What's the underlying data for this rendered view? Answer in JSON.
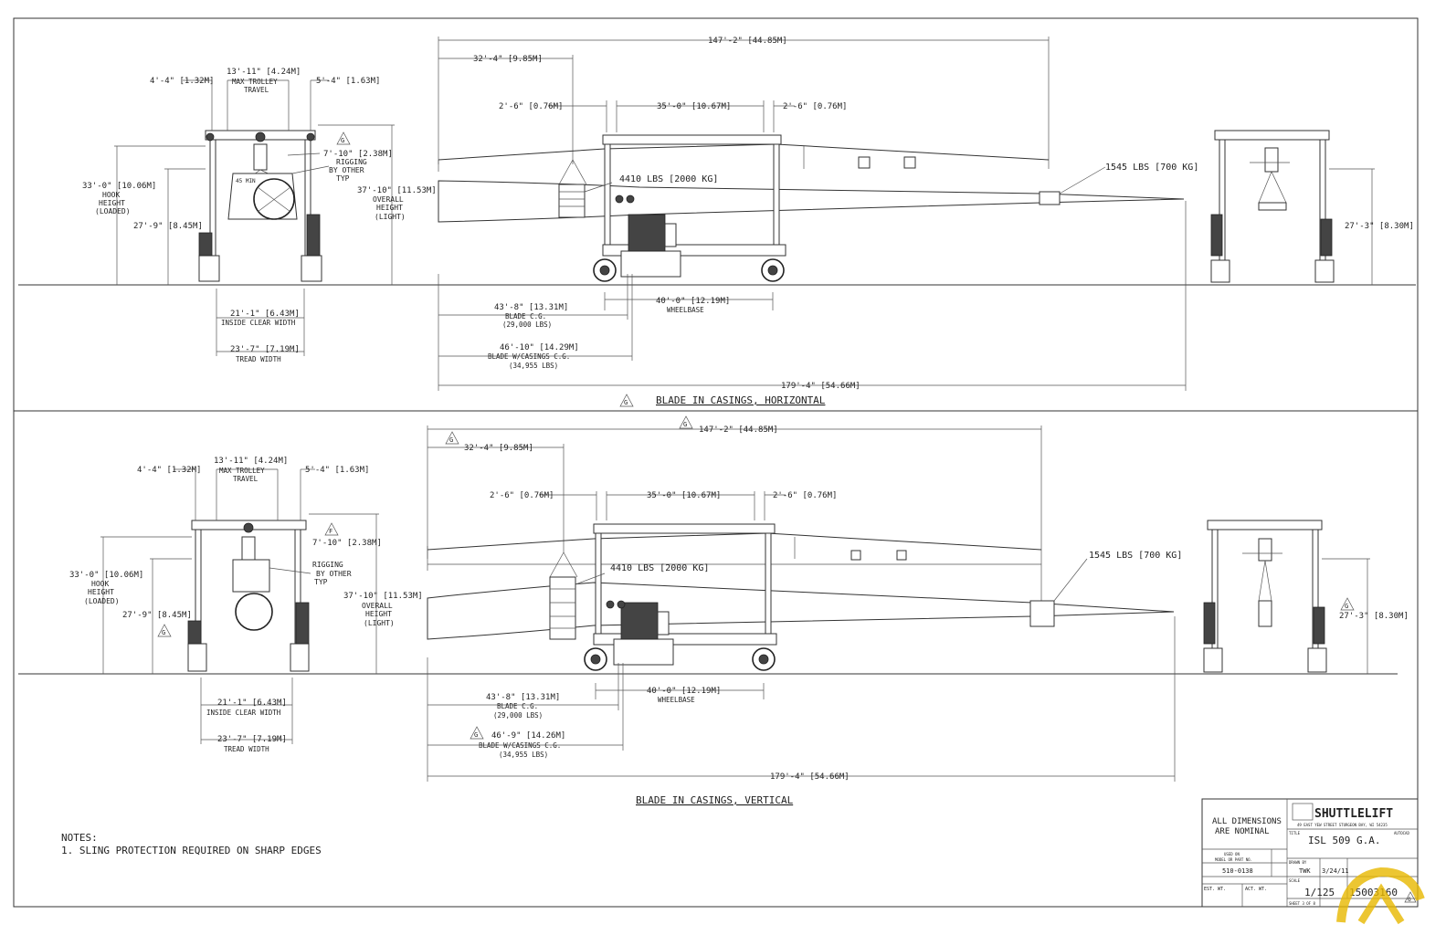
{
  "views": {
    "horizontal": {
      "title": "BLADE IN CASINGS, HORIZONTAL",
      "revision_tag": "G",
      "end_view": {
        "left_offset": "4'-4\" [1.32M]",
        "trolley_travel": "13'-11\" [4.24M]",
        "trolley_travel_label_1": "MAX TROLLEY",
        "trolley_travel_label_2": "TRAVEL",
        "right_offset": "5'-4\" [1.63M]",
        "rev_tag": "G",
        "rigging_dim": "7'-10\" [2.38M]",
        "rigging_1": "RIGGING",
        "rigging_2": "BY OTHER",
        "rigging_3": "TYP",
        "hook_height": "33'-0\" [10.06M]",
        "hook_1": "HOOK",
        "hook_2": "HEIGHT",
        "hook_3": "(LOADED)",
        "inner_height": "27'-9\" [8.45M]",
        "overall_height": "37'-10\" [11.53M]",
        "overall_1": "OVERALL",
        "overall_2": "HEIGHT",
        "overall_3": "(LIGHT)",
        "clear_width": "21'-1\" [6.43M]",
        "clear_width_label": "INSIDE CLEAR WIDTH",
        "tread_width": "23'-7\" [7.19M]",
        "tread_width_label": "TREAD WIDTH",
        "angle": "45 MIN"
      },
      "side_view": {
        "overall_blade": "147'-2\" [44.85M]",
        "front_offset": "32'-4\" [9.85M]",
        "left_clear": "2'-6\" [0.76M]",
        "span": "35'-0\" [10.67M]",
        "right_clear": "2'-6\" [0.76M]",
        "weight_front": "4410 LBS [2000 KG]",
        "weight_tip": "1545 LBS [700 KG]",
        "wheelbase": "40'-0\" [12.19M]",
        "wheelbase_label": "WHEELBASE",
        "blade_cg": "43'-8\" [13.31M]",
        "blade_cg_1": "BLADE C.G.",
        "blade_cg_2": "(29,000 LBS)",
        "casing_cg": "46'-10\" [14.29M]",
        "casing_cg_1": "BLADE W/CASINGS C.G.",
        "casing_cg_2": "(34,955 LBS)",
        "overall_length": "179'-4\" [54.66M]"
      },
      "right_view": {
        "height": "27'-3\" [8.30M]"
      }
    },
    "vertical": {
      "title": "BLADE IN CASINGS, VERTICAL",
      "end_view": {
        "left_offset": "4'-4\" [1.32M]",
        "trolley_travel": "13'-11\" [4.24M]",
        "trolley_travel_label_1": "MAX TROLLEY",
        "trolley_travel_label_2": "TRAVEL",
        "right_offset": "5'-4\" [1.63M]",
        "rev_tag": "F",
        "rigging_dim": "7'-10\" [2.38M]",
        "rigging_1": "RIGGING",
        "rigging_2": "BY OTHER",
        "rigging_3": "TYP",
        "hook_height": "33'-0\" [10.06M]",
        "hook_1": "HOOK",
        "hook_2": "HEIGHT",
        "hook_3": "(LOADED)",
        "inner_height": "27'-9\" [8.45M]",
        "inner_tag": "G",
        "overall_height": "37'-10\" [11.53M]",
        "overall_1": "OVERALL",
        "overall_2": "HEIGHT",
        "overall_3": "(LIGHT)",
        "clear_width": "21'-1\" [6.43M]",
        "clear_width_label": "INSIDE CLEAR WIDTH",
        "tread_width": "23'-7\" [7.19M]",
        "tread_width_label": "TREAD WIDTH"
      },
      "side_view": {
        "overall_tag": "G",
        "overall_blade": "147'-2\" [44.85M]",
        "front_tag": "G",
        "front_offset": "32'-4\" [9.85M]",
        "left_clear": "2'-6\" [0.76M]",
        "span": "35'-0\" [10.67M]",
        "right_clear": "2'-6\" [0.76M]",
        "weight_front": "4410 LBS [2000 KG]",
        "weight_tip": "1545 LBS [700 KG]",
        "wheelbase": "40'-0\" [12.19M]",
        "wheelbase_label": "WHEELBASE",
        "blade_cg": "43'-8\" [13.31M]",
        "blade_cg_1": "BLADE C.G.",
        "blade_cg_2": "(29,000 LBS)",
        "casing_tag": "G",
        "casing_cg": "46'-9\" [14.26M]",
        "casing_cg_1": "BLADE W/CASINGS C.G.",
        "casing_cg_2": "(34,955 LBS)",
        "overall_length": "179'-4\" [54.66M]"
      },
      "right_view": {
        "tag": "G",
        "height": "27'-3\" [8.30M]"
      }
    }
  },
  "notes": {
    "heading": "NOTES:",
    "items": [
      "1. SLING PROTECTION REQUIRED ON SHARP EDGES"
    ]
  },
  "title_block": {
    "dimensions_note_1": "ALL DIMENSIONS",
    "dimensions_note_2": "ARE NOMINAL",
    "brand": "SHUTTLELIFT",
    "address": "49 EAST YEW STREET   STURGEON BAY, WI  54235",
    "title_label": "TITLE",
    "title": "ISL 509 G.A.",
    "autocad": "AUTOCAD",
    "part_label_1": "USED ON",
    "part_label_2": "MODEL OR PART NO.",
    "part_no": "510-0138",
    "drawn_label": "DRAWN BY",
    "drawn_by": "TWK",
    "date": "3/24/11",
    "scale_label": "SCALE",
    "scale": "1/125",
    "drawing_no": "15003160",
    "rev": "G",
    "sheet": "SHEET 3 OF 8",
    "est_wt": "EST. WT.",
    "act_wt": "ACT. WT."
  }
}
